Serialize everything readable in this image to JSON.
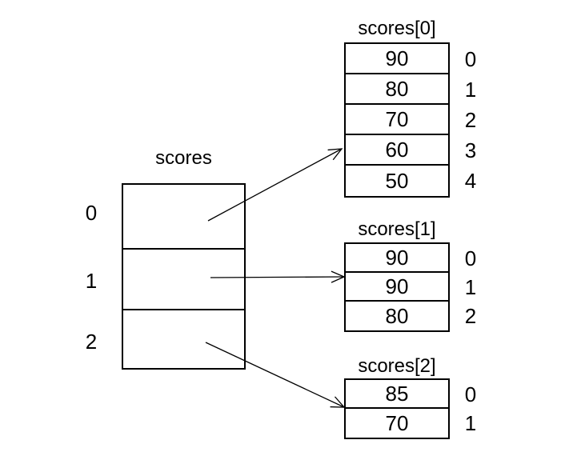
{
  "diagram": {
    "description_kind": "jagged-array-diagram",
    "main_array": {
      "title": "scores",
      "indices": [
        "0",
        "1",
        "2"
      ]
    },
    "sub_arrays": [
      {
        "title": "scores[0]",
        "values": [
          "90",
          "80",
          "70",
          "60",
          "50"
        ],
        "indices": [
          "0",
          "1",
          "2",
          "3",
          "4"
        ]
      },
      {
        "title": "scores[1]",
        "values": [
          "90",
          "90",
          "80"
        ],
        "indices": [
          "0",
          "1",
          "2"
        ]
      },
      {
        "title": "scores[2]",
        "values": [
          "85",
          "70"
        ],
        "indices": [
          "0",
          "1"
        ]
      }
    ],
    "colors": {
      "line": "#000000",
      "text": "#000000",
      "background": "#ffffff"
    }
  }
}
